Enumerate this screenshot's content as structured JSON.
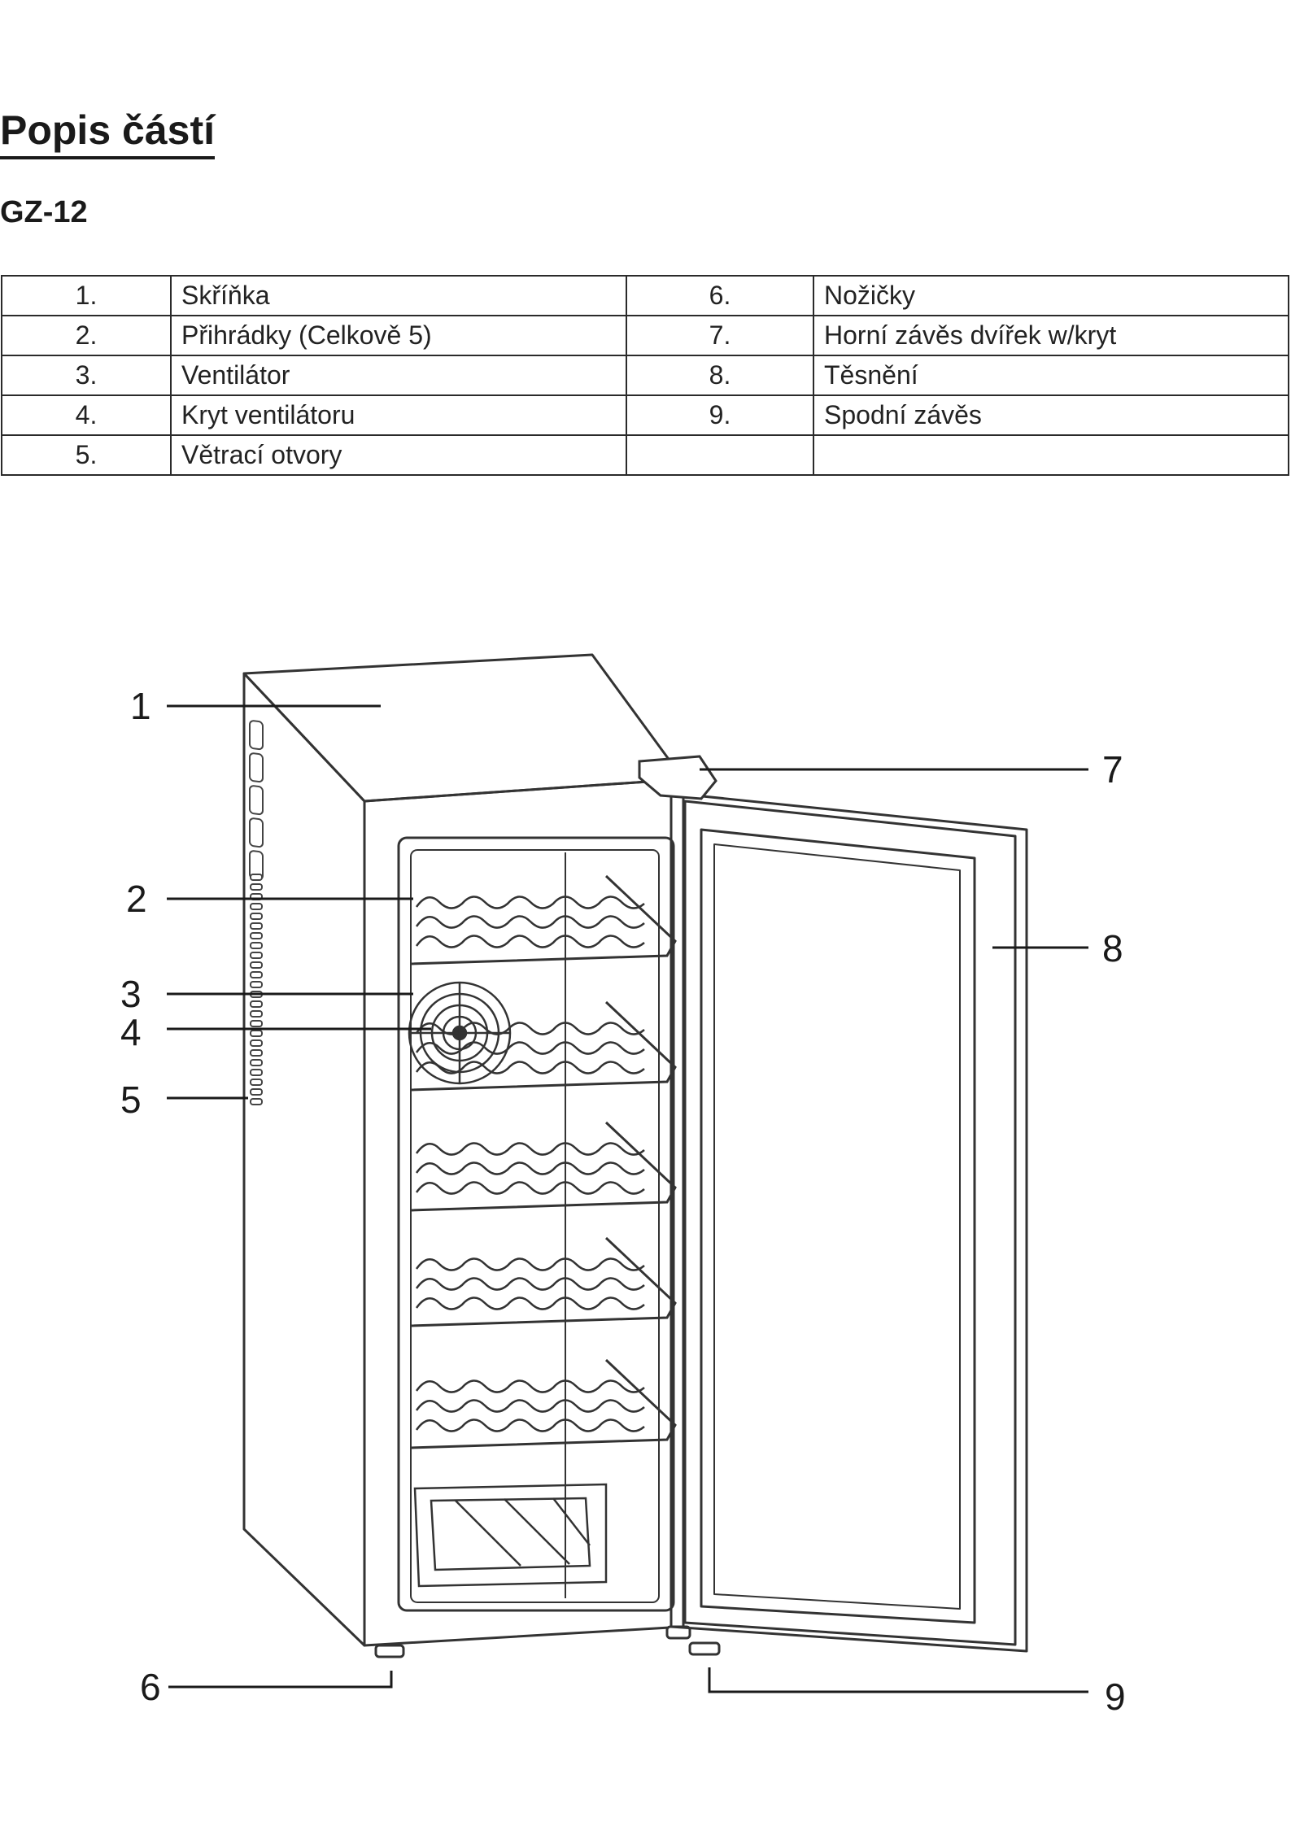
{
  "header": {
    "title": "Popis částí",
    "model": "GZ-12"
  },
  "parts_table": {
    "rows": [
      {
        "left_num": "1.",
        "left_label": "Skříňka",
        "right_num": "6.",
        "right_label": "Nožičky"
      },
      {
        "left_num": "2.",
        "left_label": "Přihrádky (Celkově 5)",
        "right_num": "7.",
        "right_label": "Horní závěs dvířek w/kryt"
      },
      {
        "left_num": "3.",
        "left_label": "Ventilátor",
        "right_num": "8.",
        "right_label": "Těsnění"
      },
      {
        "left_num": "4.",
        "left_label": "Kryt ventilátoru",
        "right_num": "9.",
        "right_label": "Spodní závěs"
      },
      {
        "left_num": "5.",
        "left_label": "Větrací otvory",
        "right_num": "",
        "right_label": ""
      }
    ]
  },
  "diagram": {
    "callouts": [
      "1",
      "2",
      "3",
      "4",
      "5",
      "6",
      "7",
      "8",
      "9"
    ]
  }
}
